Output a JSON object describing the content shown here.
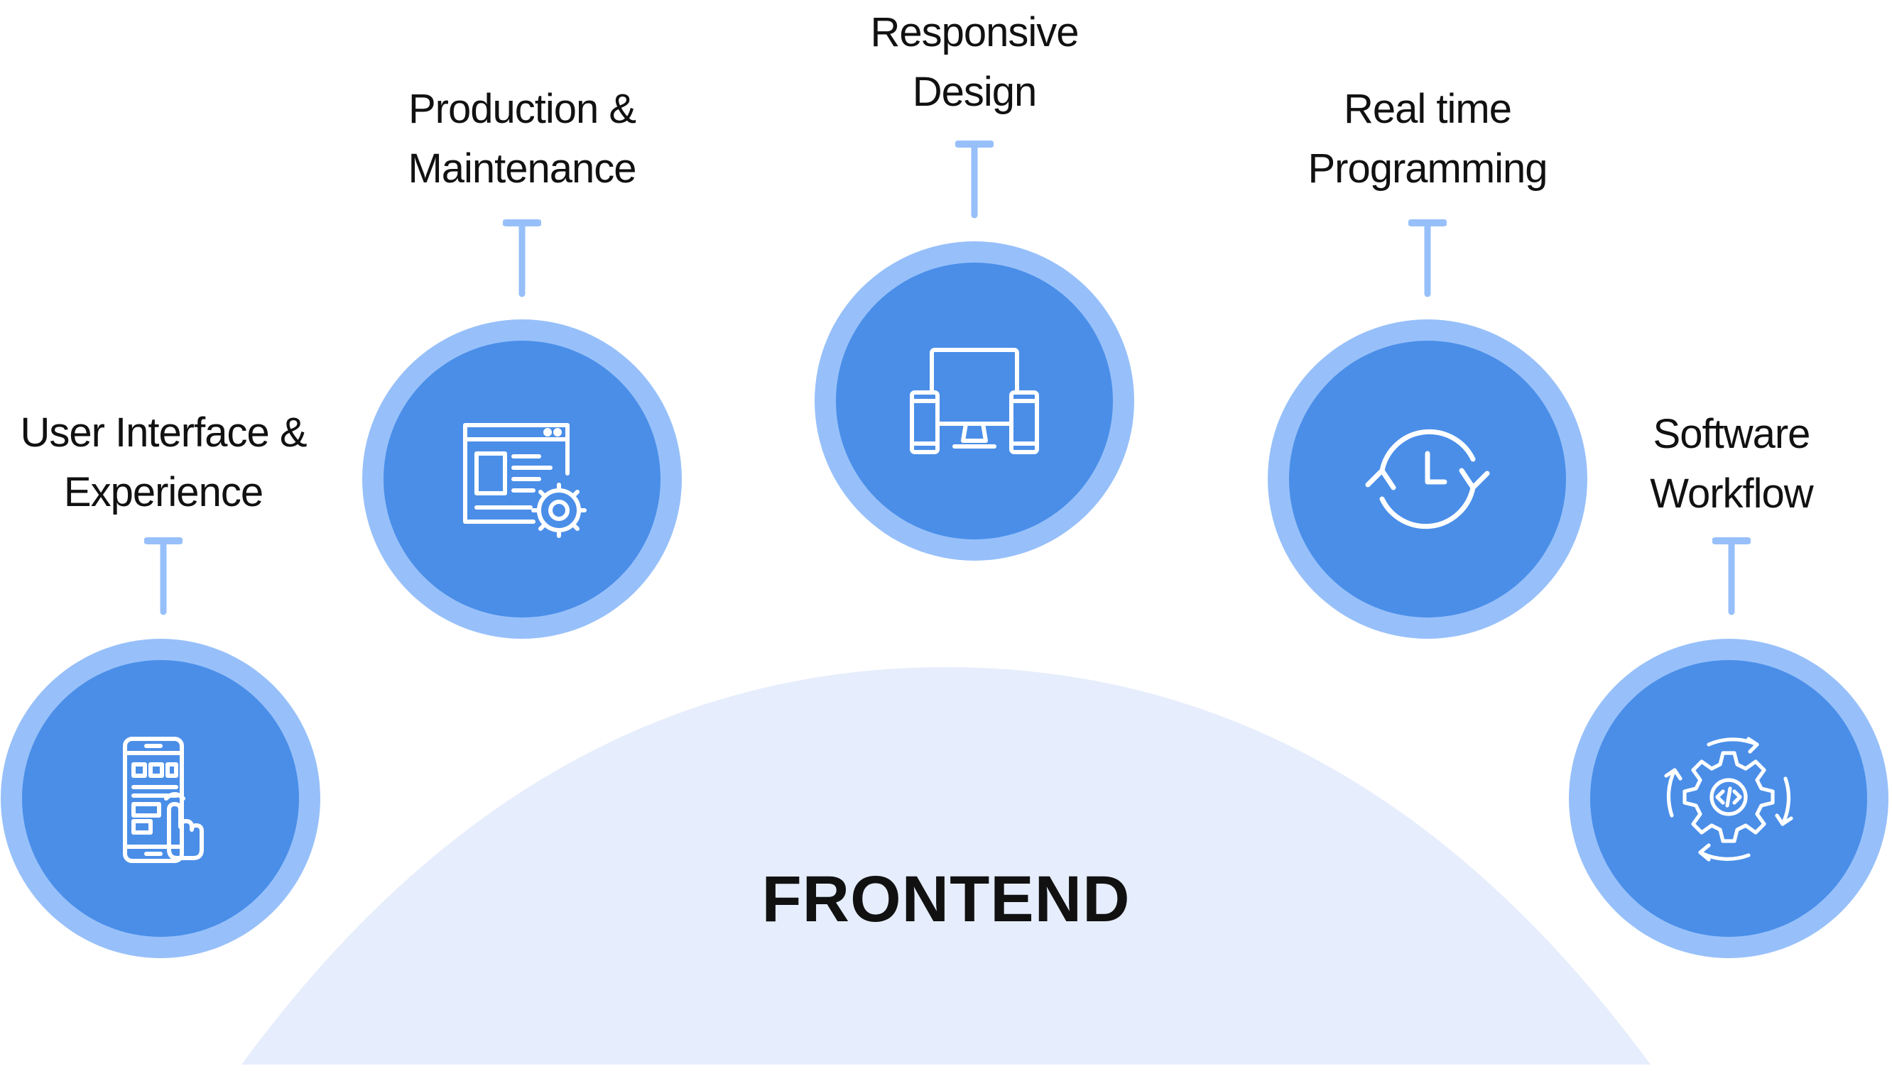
{
  "diagram": {
    "center_label": "FRONTEND",
    "colors": {
      "dome": "#e6edfc",
      "ring": "#97c0fa",
      "circle": "#4a8ee8",
      "connector": "#97c0fa",
      "text": "#111111"
    },
    "nodes": [
      {
        "line1": "User Interface &",
        "line2": "Experience",
        "icon": "mobile-touch-icon"
      },
      {
        "line1": "Production &",
        "line2": "Maintenance",
        "icon": "browser-settings-icon"
      },
      {
        "line1": "Responsive",
        "line2": "Design",
        "icon": "responsive-devices-icon"
      },
      {
        "line1": "Real time",
        "line2": "Programming",
        "icon": "clock-refresh-icon"
      },
      {
        "line1": "Software",
        "line2": "Workflow",
        "icon": "code-gear-cycle-icon"
      }
    ]
  }
}
